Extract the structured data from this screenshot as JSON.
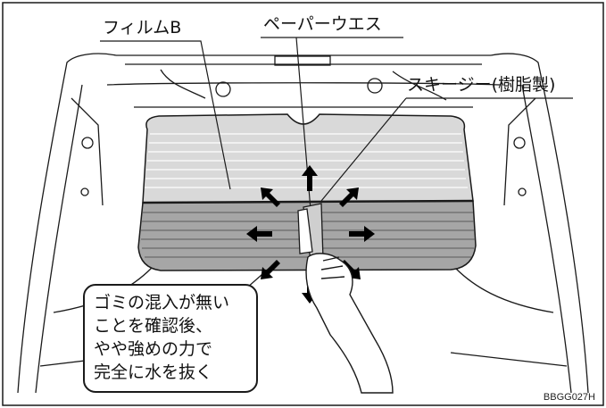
{
  "labels": {
    "film": "フィルムB",
    "paper_waste": "ペーパーウエス",
    "squeegee": "スキージー(樹脂製)"
  },
  "note": {
    "lines": [
      "ゴミの混入が無い",
      "ことを確認後、",
      "やや強めの力で",
      "完全に水を抜く"
    ]
  },
  "figure_code": "BBGG027H",
  "colors": {
    "film_light": "#d9d9d9",
    "film_dark": "#a6a6a6",
    "line": "#1a1a1a",
    "arrow": "#000000"
  },
  "icons": [
    "arrow-icon"
  ]
}
